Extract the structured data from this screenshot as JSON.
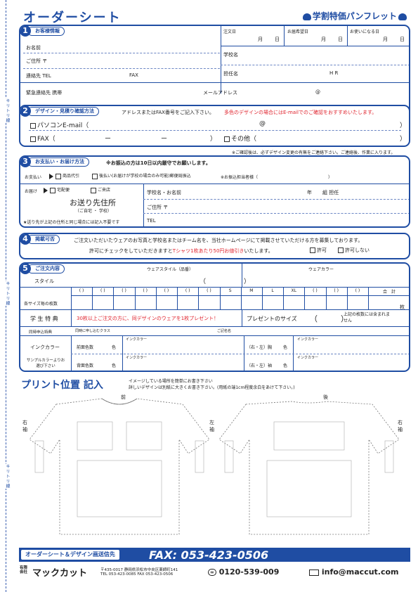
{
  "header": {
    "title": "オーダーシート",
    "brand": "学割特価パンフレット"
  },
  "cut": {
    "label": "キリトリ線"
  },
  "s1": {
    "num": "1",
    "title": "お客様情報",
    "name": "お名前",
    "address": "ご住所 〒",
    "contact": "連絡先 TEL",
    "fax": "FAX",
    "emergency": "緊急連絡先 携帯",
    "mail": "メールアドレス",
    "at": "@",
    "order_date": "注文日",
    "hope_date": "お届希望日",
    "use_date": "お使いになる日",
    "month": "月",
    "day": "日",
    "school": "学校名",
    "person": "担任名",
    "hr": "H R"
  },
  "s2": {
    "num": "2",
    "title": "デザイン・見積り確認方法",
    "note": "アドレスまたはFAX番号をご記入下さい。",
    "note_red": "多色のデザインの場合にはE-mailでのご確認をおすすめいたします。",
    "pc_mail": "パソコンE-mail（",
    "at": "@",
    "close": "）",
    "fax": "FAX（",
    "dash": "ー",
    "other": "その他（",
    "footnote": "※ご確認後は、必ずデザイン変更の有無をご連絡下さい。ご連絡後、作業に入ります。"
  },
  "s3": {
    "num": "3",
    "title": "お支払い・お届け方法",
    "note": "※お振込の方は10日以内厳守でお願いします。",
    "payment": "お支払い",
    "cod": "商品代引",
    "later": "後払い(お届けが学校の場合のみ可能)郵便局振込",
    "bank_person": "※お振込担当者様（",
    "close": "）",
    "delivery": "お届け",
    "takkyubin": "宅配便",
    "pickup": "ご来店",
    "dest": "お送り先住所",
    "dest_sub": "（ご自宅 ・ 学校）",
    "star": "★送り先が上記の住所と同じ場合には記入不要です",
    "school_name": "学校名・お名前",
    "year": "年",
    "class": "組 担任",
    "address": "ご住所 〒",
    "tel": "TEL"
  },
  "s4": {
    "num": "4",
    "title": "掲載可否",
    "line1": "ご注文いただいたウェアのお写真と学校名またはチーム名を、当社ホームページにて掲載させていただける方を募集しております。",
    "line2a": "許可にチェックをしていただきますと",
    "line2b": "Tシャツ1枚あたり50円お値引き",
    "line2c": "いたします。",
    "allow": "許可",
    "deny": "許可しない"
  },
  "s5": {
    "num": "5",
    "title": "ご注文内容",
    "wear_style": "ウェアスタイル（品番）",
    "wear_color": "ウェアカラー",
    "style": "スタイル",
    "paren": "（　　　　　　）",
    "sizes": [
      "( )",
      "( )",
      "( )",
      "( )",
      "( )",
      "( )",
      "( )",
      "S",
      "M",
      "L",
      "XL",
      "( )",
      "( )",
      "( )",
      "合　計"
    ],
    "count_label": "各サイズ毎の枚数",
    "unit": "枚",
    "bonus_label": "学 生 特 典",
    "bonus_red": "30枚以上ご注文の方に、同デザインのウェアを1枚プレゼント！",
    "present_size": "プレゼントのサイズ",
    "over": "上記の枚数には含まれません",
    "same_time": "同時申込特典",
    "same_time_sub": "同時に申し込むクラス",
    "memo": "ご記名名",
    "ink": "インクカラー",
    "sample": "サンプルカラーよりお選び下さい",
    "front_count": "前面色数",
    "back_count": "背面色数",
    "color": "色",
    "right_chest": "（右・左）胸",
    "right_sleeve": "（右・左）袖",
    "ink_small": "インクカラー"
  },
  "print": {
    "title": "プリント位置 記入",
    "note1": "イメージしている場所を簡単にお書き下さい",
    "note2": "詳しいデザインは別紙に大きくお書き下さい。(用紙の端1cm程度余白をあけて下さい。)",
    "front": "前",
    "back": "後",
    "right_sleeve": "右袖",
    "left_sleeve": "左袖"
  },
  "footer": {
    "label": "オーダーシート＆デザイン画送信先",
    "fax": "FAX: 053-423-0506",
    "company_prefix": "有限会社",
    "company": "マックカット",
    "addr1": "〒435-0017 静岡県浜松市中央区薬師町141",
    "addr2": "TEL 053-423-0085 FAX 053-423-0506",
    "freedial": "0120-539-009",
    "email": "info@maccut.com"
  }
}
